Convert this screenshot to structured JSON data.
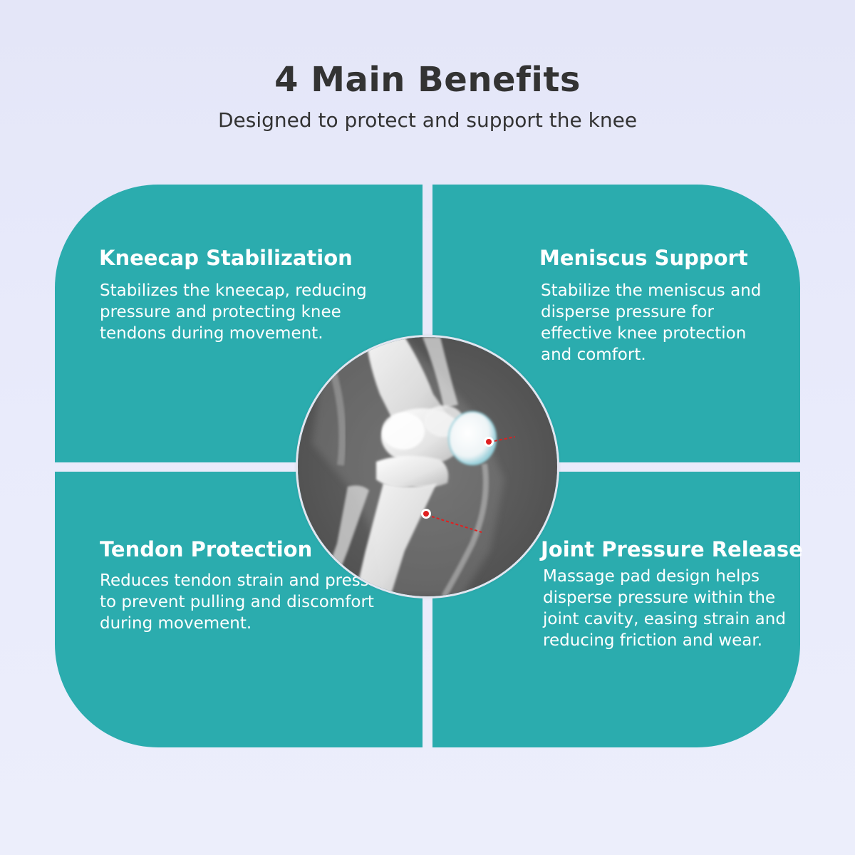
{
  "header": {
    "title": "4 Main Benefits",
    "subtitle": "Designed to protect and support the knee"
  },
  "colors": {
    "panel": "#2bacae",
    "text_dark": "#333333",
    "text_light": "#ffffff",
    "xray_background": "#5a5a5a",
    "marker": "#e02020"
  },
  "benefits": [
    {
      "title": "Kneecap Stabilization",
      "text": "Stabilizes the kneecap, reducing pressure and protecting knee tendons during movement."
    },
    {
      "title": "Meniscus Support",
      "text": "Stabilize the meniscus and disperse pressure for effective knee protection and comfort."
    },
    {
      "title": "Tendon Protection",
      "text": "Reduces tendon strain and pressure to prevent pulling and discomfort during movement."
    },
    {
      "title": "Joint Pressure Release",
      "text": "Massage pad design helps disperse pressure within the joint cavity, easing strain and reducing friction and wear."
    }
  ],
  "image": {
    "icon": "knee-xray-icon"
  }
}
